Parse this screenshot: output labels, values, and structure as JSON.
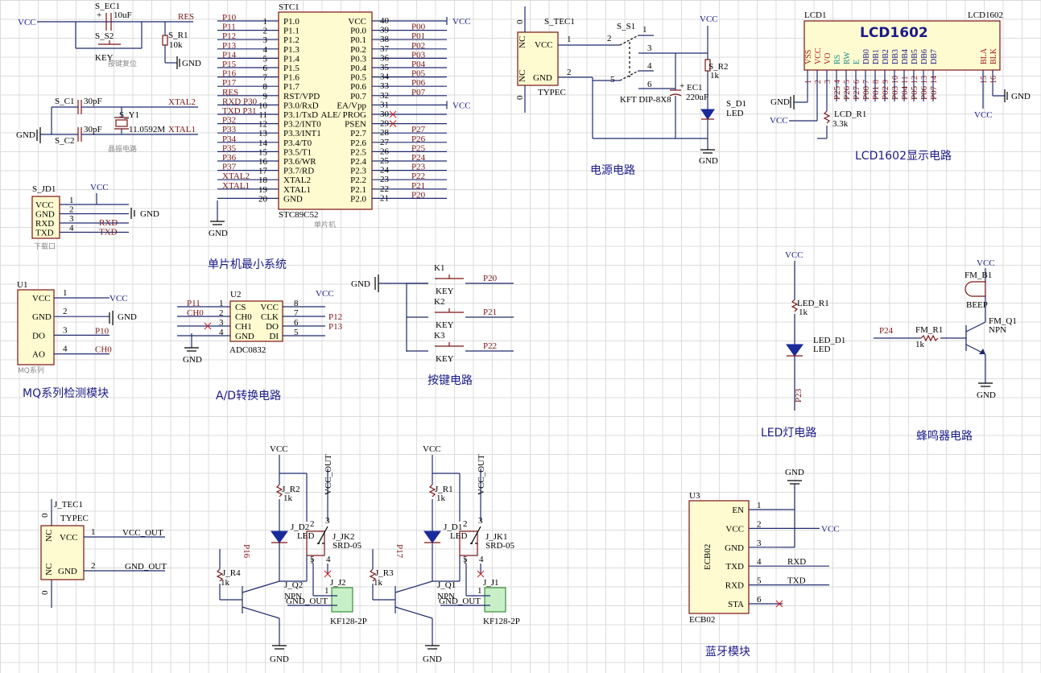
{
  "section_titles": {
    "mcu": "单片机最小系统",
    "power": "电源电路",
    "lcd": "LCD1602显示电路",
    "mq": "MQ系列检测模块",
    "adc": "A/D转换电路",
    "keys": "按键电路",
    "led": "LED灯电路",
    "buzzer": "蜂鸣器电路",
    "bt": "蓝牙模块"
  },
  "mcu": {
    "ref": "STC1",
    "part": "STC89C52",
    "subtitle": "单片机",
    "left_pins": [
      {
        "num": "1",
        "name": "P1.0",
        "net": "P10"
      },
      {
        "num": "2",
        "name": "P1.1",
        "net": "P11"
      },
      {
        "num": "3",
        "name": "P1.2",
        "net": "P12"
      },
      {
        "num": "4",
        "name": "P1.3",
        "net": "P13"
      },
      {
        "num": "5",
        "name": "P1.4",
        "net": "P14"
      },
      {
        "num": "6",
        "name": "P1.5",
        "net": "P15"
      },
      {
        "num": "7",
        "name": "P1.6",
        "net": "P16"
      },
      {
        "num": "8",
        "name": "P1.7",
        "net": "P17"
      },
      {
        "num": "9",
        "name": "RST/VPD",
        "net": "RES"
      },
      {
        "num": "10",
        "name": "P3.0/RxD",
        "net": "RXD P30"
      },
      {
        "num": "11",
        "name": "P3.1/TxD",
        "net": "TXD P31"
      },
      {
        "num": "12",
        "name": "P3.2/INT0",
        "net": "P32"
      },
      {
        "num": "13",
        "name": "P3.3/INT1",
        "net": "P33"
      },
      {
        "num": "14",
        "name": "P3.4/T0",
        "net": "P34"
      },
      {
        "num": "15",
        "name": "P3.5/T1",
        "net": "P35"
      },
      {
        "num": "16",
        "name": "P3.6/WR",
        "net": "P36"
      },
      {
        "num": "17",
        "name": "P3.7/RD",
        "net": "P37"
      },
      {
        "num": "18",
        "name": "XTAL2",
        "net": "XTAL2"
      },
      {
        "num": "19",
        "name": "XTAL1",
        "net": "XTAL1"
      },
      {
        "num": "20",
        "name": "GND",
        "net": ""
      }
    ],
    "right_pins": [
      {
        "num": "40",
        "name": "VCC",
        "net": "VCC"
      },
      {
        "num": "39",
        "name": "P0.0",
        "net": "P00"
      },
      {
        "num": "38",
        "name": "P0.1",
        "net": "P01"
      },
      {
        "num": "37",
        "name": "P0.2",
        "net": "P02"
      },
      {
        "num": "36",
        "name": "P0.3",
        "net": "P03"
      },
      {
        "num": "35",
        "name": "P0.4",
        "net": "P04"
      },
      {
        "num": "34",
        "name": "P0.5",
        "net": "P05"
      },
      {
        "num": "33",
        "name": "P0.6",
        "net": "P06"
      },
      {
        "num": "32",
        "name": "P0.7",
        "net": "P07"
      },
      {
        "num": "31",
        "name": "EA/Vpp",
        "net": "VCC"
      },
      {
        "num": "30",
        "name": "ALE/ PROG",
        "net": ""
      },
      {
        "num": "29",
        "name": "PSEN",
        "net": ""
      },
      {
        "num": "28",
        "name": "P2.7",
        "net": "P27"
      },
      {
        "num": "27",
        "name": "P2.6",
        "net": "P26"
      },
      {
        "num": "26",
        "name": "P2.5",
        "net": "P25"
      },
      {
        "num": "25",
        "name": "P2.4",
        "net": "P24"
      },
      {
        "num": "24",
        "name": "P2.3",
        "net": "P23"
      },
      {
        "num": "23",
        "name": "P2.2",
        "net": "P22"
      },
      {
        "num": "22",
        "name": "P2.1",
        "net": "P21"
      },
      {
        "num": "21",
        "name": "P2.0",
        "net": "P20"
      }
    ],
    "gnd": "GND"
  },
  "reset": {
    "vcc": "VCC",
    "cap": "S_EC1",
    "cap_val": "10uF",
    "switch": "S_S2",
    "switch_type": "KEY",
    "res": "S_R1",
    "res_val": "10k",
    "net": "RES",
    "gnd": "GND",
    "caption": "按键复位"
  },
  "crystal": {
    "c1": "S_C1",
    "c1_val": "30pF",
    "c2": "S_C2",
    "c2_val": "30pF",
    "xtal": "S_Y1",
    "xtal_val": "11.0592M",
    "net1": "XTAL2",
    "net2": "XTAL1",
    "gnd": "GND",
    "caption": "晶振电路"
  },
  "download": {
    "ref": "S_JD1",
    "pins": [
      {
        "num": "1",
        "name": "VCC",
        "net": "VCC"
      },
      {
        "num": "2",
        "name": "GND",
        "net": "GND"
      },
      {
        "num": "3",
        "name": "RXD",
        "net": "RXD"
      },
      {
        "num": "4",
        "name": "TXD",
        "net": "TXD"
      }
    ],
    "caption": "下载口"
  },
  "mq": {
    "ref": "U1",
    "pins": [
      {
        "num": "1",
        "name": "VCC",
        "net": "VCC"
      },
      {
        "num": "2",
        "name": "GND",
        "net": "GND"
      },
      {
        "num": "3",
        "name": "DO",
        "net": "P10"
      },
      {
        "num": "4",
        "name": "AO",
        "net": "CH0"
      }
    ],
    "caption": "MQ系列"
  },
  "adc": {
    "ref": "U2",
    "part": "ADC0832",
    "left": [
      {
        "num": "1",
        "name": "CS",
        "net": "P11"
      },
      {
        "num": "2",
        "name": "CH0",
        "net": "CH0"
      },
      {
        "num": "3",
        "name": "CH1",
        "net": ""
      },
      {
        "num": "4",
        "name": "GND",
        "net": ""
      }
    ],
    "right": [
      {
        "num": "8",
        "name": "VCC",
        "net": "VCC"
      },
      {
        "num": "7",
        "name": "CLK",
        "net": "P12"
      },
      {
        "num": "6",
        "name": "DO",
        "net": "P13"
      },
      {
        "num": "5",
        "name": "DI",
        "net": ""
      }
    ],
    "gnd": "GND"
  },
  "power": {
    "ref": "S_TEC1",
    "type": "TYPEC",
    "pin_labels": [
      "NC",
      "VCC",
      "GND",
      "NC"
    ],
    "pin_nums": [
      "1",
      "2"
    ],
    "zeros": [
      "0",
      "0"
    ],
    "switch": "S_S1",
    "switch_type": "KFT DIP-8X8",
    "sw_pins": [
      "1",
      "2",
      "3",
      "4",
      "5",
      "6"
    ],
    "vcc": "VCC",
    "gnd": "GND",
    "res": "S_R2",
    "res_val": "1k",
    "cap": "EC1",
    "cap_val": "220uF",
    "led": "S_D1",
    "led_type": "LED",
    "plus": "+"
  },
  "lcd": {
    "ref": "LCD1",
    "title": "LCD1602",
    "part": "LCD1602",
    "pins": [
      "VSS",
      "VCC",
      "VO",
      "RS",
      "RW",
      "E",
      "DB0",
      "DB1",
      "DB2",
      "DB3",
      "DB4",
      "DB5",
      "DB6",
      "DB7",
      "BLA",
      "BLK"
    ],
    "nums": [
      "1",
      "2",
      "3",
      "4",
      "5",
      "6",
      "7",
      "8",
      "9",
      "10",
      "11",
      "12",
      "13",
      "14",
      "15",
      "16"
    ],
    "nets": [
      "",
      "",
      "",
      "P25",
      "P26",
      "P27",
      "P00",
      "P01",
      "P02",
      "P03",
      "P04",
      "P05",
      "P06",
      "P07",
      "",
      ""
    ],
    "res": "LCD_R1",
    "res_val": "3.3k",
    "vcc": "VCC",
    "gnd": "GND"
  },
  "keys": {
    "gnd": "GND",
    "items": [
      {
        "ref": "K1",
        "type": "KEY",
        "net": "P20"
      },
      {
        "ref": "K2",
        "type": "KEY",
        "net": "P21"
      },
      {
        "ref": "K3",
        "type": "KEY",
        "net": "P22"
      }
    ]
  },
  "led": {
    "vcc": "VCC",
    "res": "LED_R1",
    "res_val": "1k",
    "led": "LED_D1",
    "led_type": "LED",
    "net": "P23"
  },
  "buzzer": {
    "vcc": "VCC",
    "buzzer": "FM_B1",
    "buzzer_type": "BEEP",
    "res": "FM_R1",
    "res_val": "1k",
    "net": "P24",
    "transistor": "FM_Q1",
    "t_type": "NPN",
    "gnd": "GND"
  },
  "typec2": {
    "ref": "J_TEC1",
    "type": "TYPEC",
    "pin_labels": [
      "NC",
      "VCC",
      "GND",
      "NC"
    ],
    "pin_nums": [
      "1",
      "2"
    ],
    "zeros": [
      "0",
      "0"
    ],
    "net1": "VCC_OUT",
    "net2": "GND_OUT"
  },
  "relay2": {
    "vcc": "VCC",
    "r_top": "J_R2",
    "r_top_val": "1k",
    "led": "J_D2",
    "led_type": "LED",
    "relay": "J_JK2",
    "relay_type": "SRD-05",
    "out": "VCC_OUT",
    "in": "P16",
    "r_base": "J_R4",
    "r_base_val": "1k",
    "transistor": "J_Q2",
    "t_type": "NPN",
    "term": "J_J2",
    "term_type": "KF128-2P",
    "gnd_out": "GND_OUT",
    "gnd": "GND",
    "pins": [
      "1",
      "2",
      "3",
      "4",
      "5"
    ]
  },
  "relay1": {
    "vcc": "VCC",
    "r_top": "J_R1",
    "r_top_val": "1k",
    "led": "J_D1",
    "led_type": "LED",
    "relay": "J_JK1",
    "relay_type": "SRD-05",
    "out": "VCC_OUT",
    "in": "P17",
    "r_base": "J_R3",
    "r_base_val": "1k",
    "transistor": "J_Q1",
    "t_type": "NPN",
    "term": "J_J1",
    "term_type": "KF128-2P",
    "gnd_out": "GND_OUT",
    "gnd": "GND",
    "pins": [
      "1",
      "2",
      "3",
      "4",
      "5"
    ]
  },
  "bt": {
    "ref": "U3",
    "part": "ECB02",
    "body": "ECB02",
    "gnd_top": "GND",
    "pins": [
      {
        "num": "1",
        "name": "EN",
        "net": ""
      },
      {
        "num": "2",
        "name": "VCC",
        "net": "VCC"
      },
      {
        "num": "3",
        "name": "GND",
        "net": ""
      },
      {
        "num": "4",
        "name": "TXD",
        "net": "RXD"
      },
      {
        "num": "5",
        "name": "RXD",
        "net": "TXD"
      },
      {
        "num": "6",
        "name": "STA",
        "net": ""
      }
    ]
  },
  "colors": {
    "wire": "#1f2a6e",
    "component": "#7a1414",
    "body_fill": "#fffbd0",
    "noconnect": "#cc1a1a",
    "grid": "#dcdcdc",
    "title": "#1a1a8a"
  }
}
